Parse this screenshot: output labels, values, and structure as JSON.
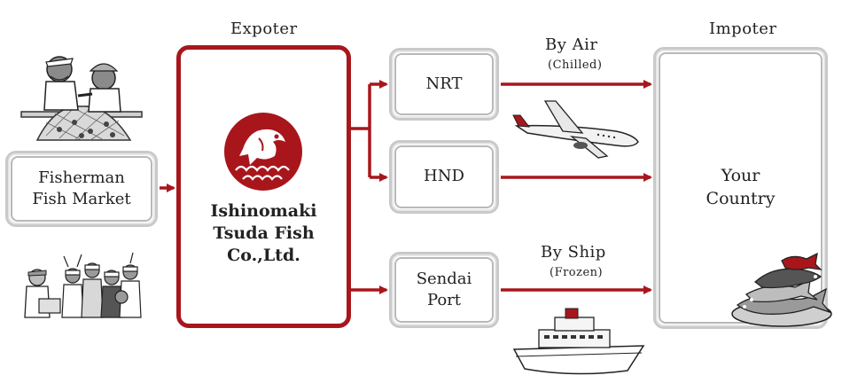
{
  "headers": {
    "exporter": "Expoter",
    "importer": "Impoter"
  },
  "source": {
    "line1": "Fisherman",
    "line2": "Fish Market"
  },
  "exporter_box": {
    "line1": "Ishinomaki",
    "line2": "Tsuda Fish",
    "line3": "Co.,Ltd."
  },
  "routes": {
    "nrt": "NRT",
    "hnd": "HND",
    "sendai_line1": "Sendai",
    "sendai_line2": "Port"
  },
  "modes": {
    "air": "By Air",
    "air_note": "(Chilled)",
    "ship": "By Ship",
    "ship_note": "(Frozen)"
  },
  "destination": {
    "line1": "Your",
    "line2": "Country"
  },
  "colors": {
    "accent": "#a8161c",
    "box_border": "#c9c9c9"
  }
}
